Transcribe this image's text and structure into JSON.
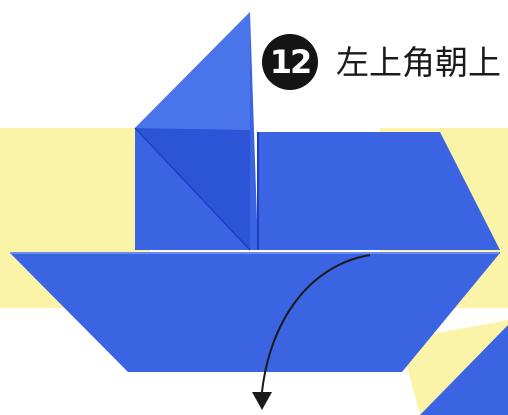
{
  "step": {
    "number": "12",
    "instruction": "左上角朝上"
  },
  "colors": {
    "background": "#ffffff",
    "highlight_yellow": "#fbf3a8",
    "paper_blue": "#3a64e2",
    "paper_blue_dark": "#1c3fc4",
    "paper_blue_light": "#6a8cf0",
    "badge": "#141414",
    "arrow": "#1a1a1a"
  },
  "icons": [
    "step-number-badge",
    "fold-arrow-icon"
  ]
}
